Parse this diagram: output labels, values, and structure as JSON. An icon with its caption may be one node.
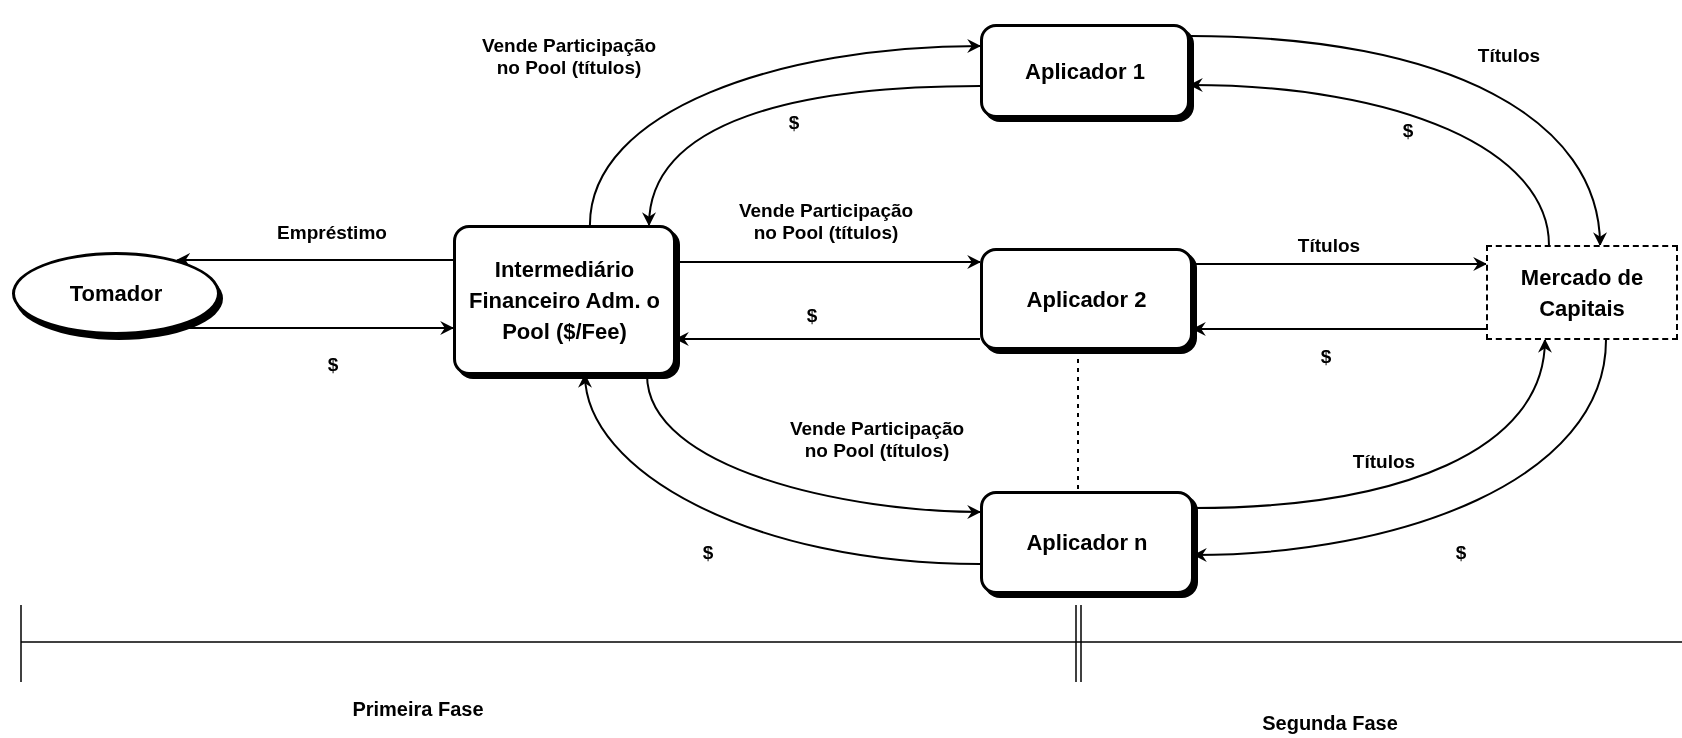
{
  "diagram": {
    "nodes": [
      {
        "text": [
          "Tomador"
        ]
      },
      {
        "text": [
          "Intermediário Financeiro Adm. o Pool ($/Fee)"
        ]
      },
      {
        "text": [
          "Aplicador 1"
        ]
      },
      {
        "text": [
          "Aplicador 2"
        ]
      },
      {
        "text": [
          "Aplicador n"
        ]
      },
      {
        "text": [
          "Mercado de Capitais"
        ]
      }
    ],
    "edges": [
      {
        "from": 1,
        "to": 0,
        "arrow": "to",
        "label": "Empréstimo"
      },
      {
        "from": 0,
        "to": 1,
        "arrow": "to",
        "label": "$"
      },
      {
        "from": 1,
        "to": 2,
        "arrow": "to",
        "label": "Vende Participação no Pool (títulos)"
      },
      {
        "from": 2,
        "to": 1,
        "arrow": "to",
        "label": "$"
      },
      {
        "from": 1,
        "to": 3,
        "arrow": "to",
        "label": "Vende Participação no Pool (títulos)"
      },
      {
        "from": 3,
        "to": 1,
        "arrow": "to",
        "label": "$"
      },
      {
        "from": 1,
        "to": 4,
        "arrow": "to",
        "label": "Vende Participação no Pool (títulos)"
      },
      {
        "from": 4,
        "to": 1,
        "arrow": "to",
        "label": "$"
      },
      {
        "from": 2,
        "to": 5,
        "arrow": "to",
        "label": "Títulos"
      },
      {
        "from": 5,
        "to": 2,
        "arrow": "to",
        "label": "$"
      },
      {
        "from": 3,
        "to": 5,
        "arrow": "to",
        "label": "Títulos"
      },
      {
        "from": 5,
        "to": 3,
        "arrow": "to",
        "label": "$"
      },
      {
        "from": 4,
        "to": 5,
        "arrow": "to",
        "label": "Títulos"
      },
      {
        "from": 5,
        "to": 4,
        "arrow": "to",
        "label": "$"
      },
      {
        "from": 3,
        "to": 4,
        "arrow": "none",
        "style": "dashed"
      }
    ],
    "labels": [
      "Primeira Fase",
      "Segunda Fase"
    ]
  }
}
